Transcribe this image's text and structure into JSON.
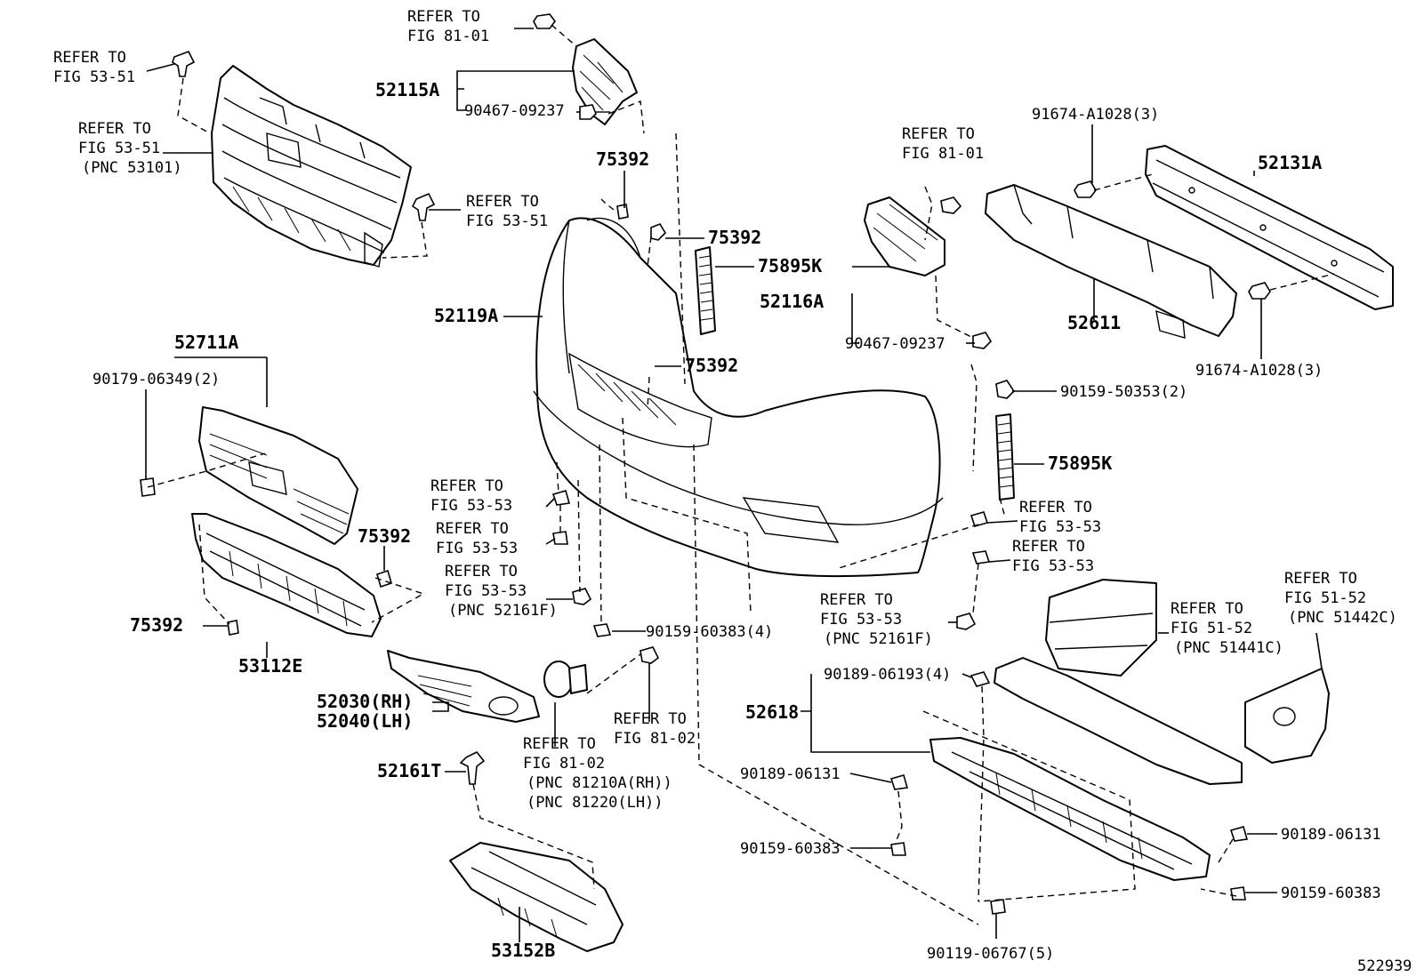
{
  "diagram": {
    "image_number": "522939",
    "labels": {
      "refer_53_51_top": [
        "REFER TO",
        "FIG 53-51"
      ],
      "refer_53_51_grille": [
        "REFER TO",
        "FIG 53-51",
        "(PNC 53101)"
      ],
      "refer_53_51_clip": [
        "REFER TO",
        "FIG 53-51"
      ],
      "refer_81_01_top": [
        "REFER TO",
        "FIG 81-01"
      ],
      "p52115A": "52115A",
      "p90467_l": "90467-09237",
      "p75392_a": "75392",
      "p75392_b": "75392",
      "p75895K_a": "75895K",
      "p52119A": "52119A",
      "p75392_c": "75392",
      "refer_81_01_mid": [
        "REFER TO",
        "FIG 81-01"
      ],
      "p52116A": "52116A",
      "p90467_r": "90467-09237",
      "p91674_top": "91674-A1028(3)",
      "p52131A": "52131A",
      "p52611": "52611",
      "p91674_bot": "91674-A1028(3)",
      "p90159_50353": "90159-50353(2)",
      "p75895K_b": "75895K",
      "p52711A": "52711A",
      "p90179": "90179-06349(2)",
      "p75392_d": "75392",
      "p75392_e": "75392",
      "p53112E": "53112E",
      "refer_53_53_a": [
        "REFER TO",
        "FIG 53-53"
      ],
      "refer_53_53_b": [
        "REFER TO",
        "FIG 53-53"
      ],
      "refer_53_53_c": [
        "REFER TO",
        "FIG 53-53",
        "(PNC 52161F)"
      ],
      "p90159_60383_4": "90159-60383(4)",
      "refer_53_53_d": [
        "REFER TO",
        "FIG 53-53"
      ],
      "refer_53_53_e": [
        "REFER TO",
        "FIG 53-53"
      ],
      "refer_53_53_f": [
        "REFER TO",
        "FIG 53-53",
        "(PNC 52161F)"
      ],
      "refer_51_52_a": [
        "REFER TO",
        "FIG 51-52",
        "(PNC 51441C)"
      ],
      "refer_51_52_b": [
        "REFER TO",
        "FIG 51-52",
        "(PNC 51442C)"
      ],
      "p52030": "52030(RH)",
      "p52040": "52040(LH)",
      "refer_81_02_a": [
        "REFER TO",
        "FIG 81-02"
      ],
      "refer_81_02_b": [
        "REFER TO",
        "FIG 81-02",
        "(PNC 81210A(RH))",
        "(PNC 81220(LH))"
      ],
      "p52161T": "52161T",
      "p53152B": "53152B",
      "p90189_06193": "90189-06193(4)",
      "p52618": "52618",
      "p90189_06131_l": "90189-06131",
      "p90159_60383_l": "90159-60383",
      "p90189_06131_r": "90189-06131",
      "p90159_60383_r": "90159-60383",
      "p90119": "90119-06767(5)"
    }
  }
}
